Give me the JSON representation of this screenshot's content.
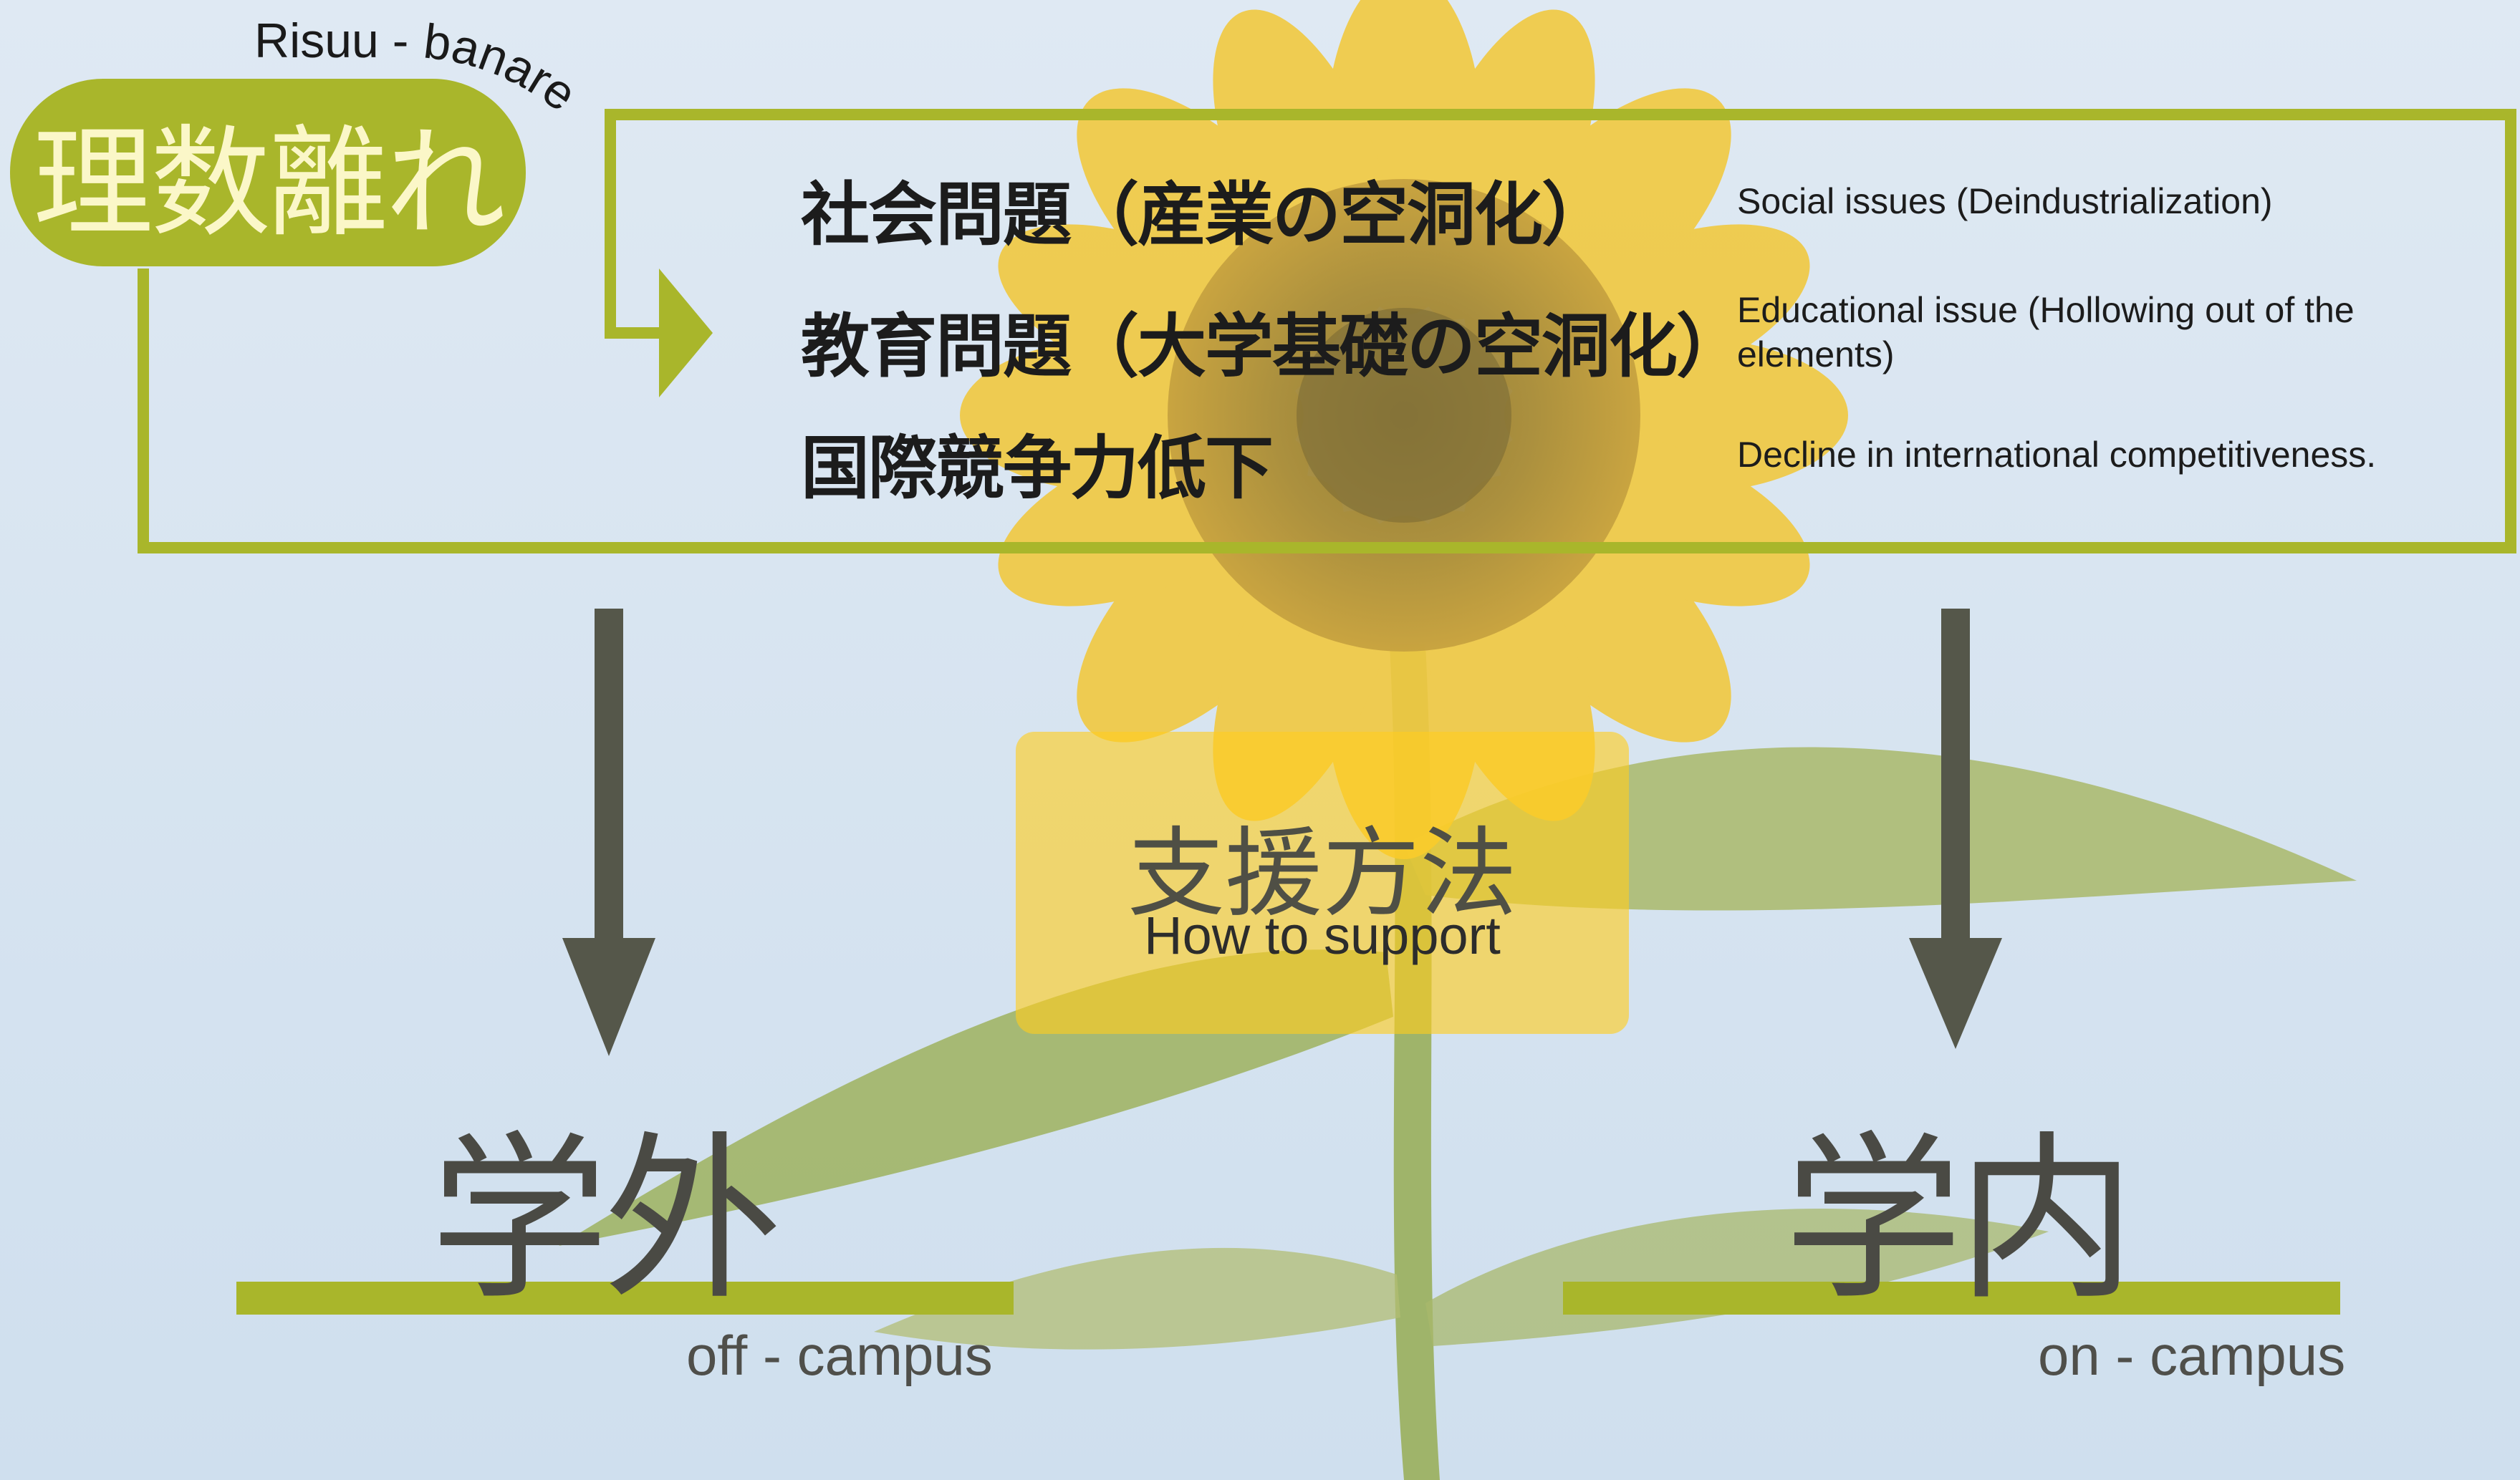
{
  "title": {
    "japanese": "理数離れ",
    "reading": "Risuu - banare"
  },
  "issues": [
    {
      "japanese": "社会問題（産業の空洞化）",
      "english": "Social  issues (Deindustrialization)"
    },
    {
      "japanese": "教育問題（大学基礎の空洞化）",
      "english": "Educational  issue (Hollowing out of the elements)"
    },
    {
      "japanese": "国際競争力低下",
      "english": "Decline  in  international  competitiveness."
    }
  ],
  "support": {
    "japanese": "支援方法",
    "english": "How to support"
  },
  "branches": {
    "off_campus": {
      "japanese": "学外",
      "english": "off - campus"
    },
    "on_campus": {
      "japanese": "学内",
      "english": "on - campus"
    }
  },
  "colors": {
    "accent": "#a9b62b",
    "arrow": "#55574a",
    "sky": "#dbe8f4",
    "support_box": "#ffcd1e"
  }
}
